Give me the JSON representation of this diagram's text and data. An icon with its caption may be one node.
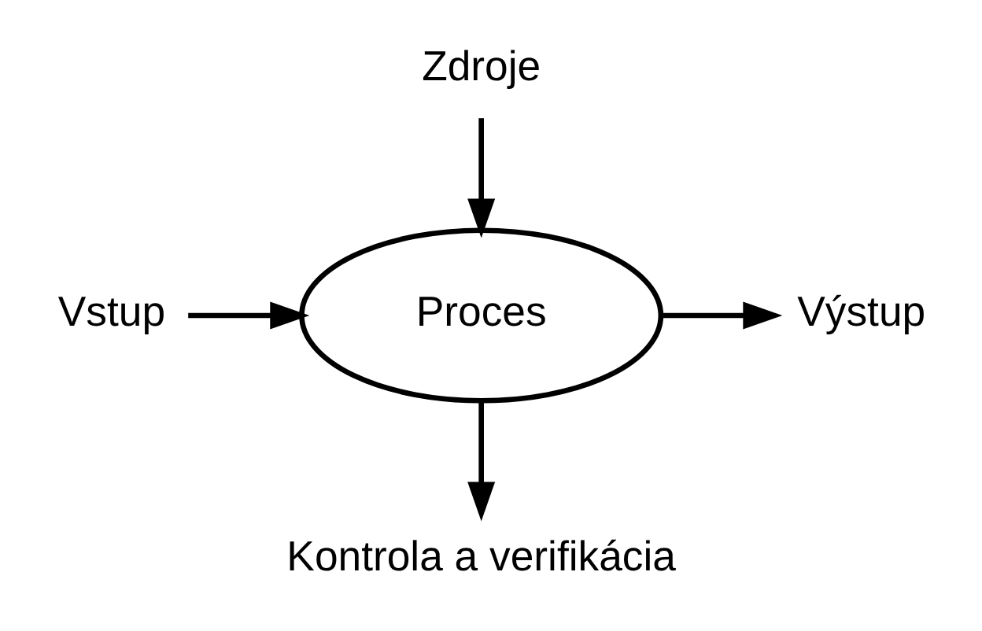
{
  "diagram": {
    "nodes": [
      {
        "text": [
          "Zdroje"
        ]
      },
      {
        "text": [
          "Vstup"
        ]
      },
      {
        "text": [
          "Proces"
        ]
      },
      {
        "text": [
          "Výstup"
        ]
      },
      {
        "text": [
          "Kontrola a verifikácia"
        ]
      }
    ],
    "edges": [
      {
        "from": 0,
        "to": 2,
        "arrow": "to"
      },
      {
        "from": 1,
        "to": 2,
        "arrow": "to"
      },
      {
        "from": 2,
        "to": 3,
        "arrow": "to"
      },
      {
        "from": 2,
        "to": 4,
        "arrow": "to"
      }
    ]
  }
}
